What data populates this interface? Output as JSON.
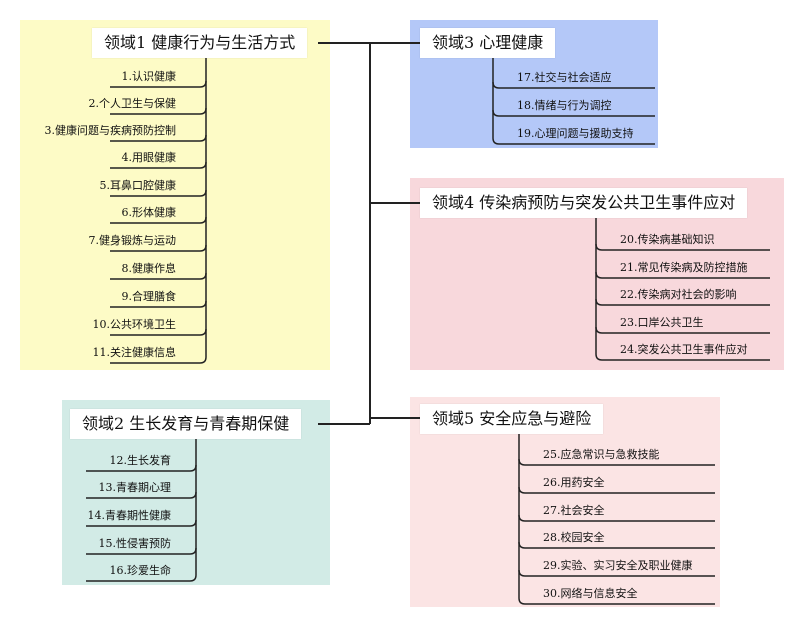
{
  "colors": {
    "domain1_bg": "#fdfbc6",
    "domain2_bg": "#d2ebe6",
    "domain3_bg": "#b4c8f8",
    "domain4_bg": "#f8d8dc",
    "domain5_bg": "#fbe4e4",
    "line": "#222222"
  },
  "domain1": {
    "title": "领域1 健康行为与生活方式",
    "items": [
      "1.认识健康",
      "2.个人卫生与保健",
      "3.健康问题与疾病预防控制",
      "4.用眼健康",
      "5.耳鼻口腔健康",
      "6.形体健康",
      "7.健身锻炼与运动",
      "8.健康作息",
      "9.合理膳食",
      "10.公共环境卫生",
      "11.关注健康信息"
    ]
  },
  "domain2": {
    "title": "领域2 生长发育与青春期保健",
    "items": [
      "12.生长发育",
      "13.青春期心理",
      "14.青春期性健康",
      "15.性侵害预防",
      "16.珍爱生命"
    ]
  },
  "domain3": {
    "title": "领域3 心理健康",
    "items": [
      "17.社交与社会适应",
      "18.情绪与行为调控",
      "19.心理问题与援助支持"
    ]
  },
  "domain4": {
    "title": "领域4 传染病预防与突发公共卫生事件应对",
    "items": [
      "20.传染病基础知识",
      "21.常见传染病及防控措施",
      "22.传染病对社会的影响",
      "23.口岸公共卫生",
      "24.突发公共卫生事件应对"
    ]
  },
  "domain5": {
    "title": "领域5 安全应急与避险",
    "items": [
      "25.应急常识与急救技能",
      "26.用药安全",
      "27.社会安全",
      "28.校园安全",
      "29.实验、实习安全及职业健康",
      "30.网络与信息安全"
    ]
  }
}
